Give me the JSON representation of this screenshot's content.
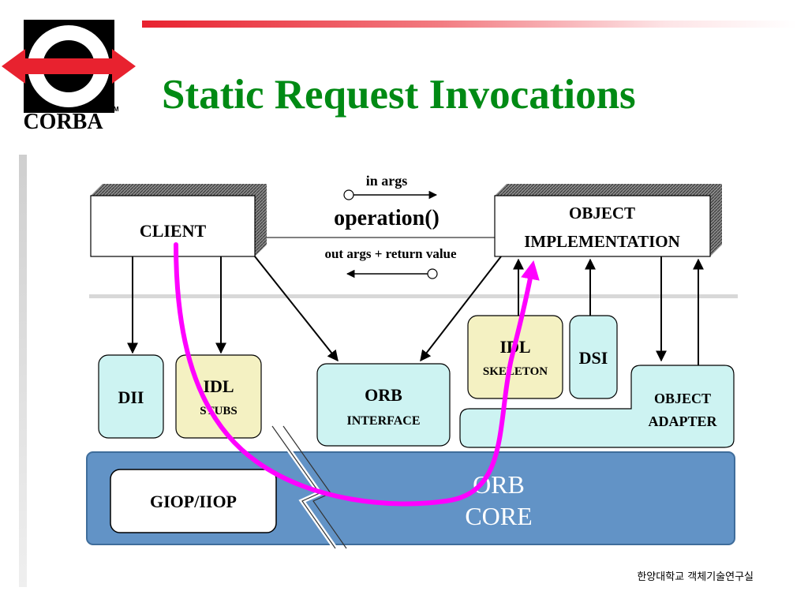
{
  "logo": {
    "text": "CORBA",
    "tm": "TM"
  },
  "title": "Static Request Invocations",
  "diagram": {
    "client": "CLIENT",
    "object_impl_line1": "OBJECT",
    "object_impl_line2": "IMPLEMENTATION",
    "in_args": "in  args",
    "operation": "operation()",
    "out_args": "out  args + return  value",
    "dii": "DII",
    "idl_stubs_line1": "IDL",
    "idl_stubs_line2": "STUBS",
    "orb_interface_line1": "ORB",
    "orb_interface_line2": "INTERFACE",
    "idl_skeleton_line1": "IDL",
    "idl_skeleton_line2": "SKELETON",
    "dsi": "DSI",
    "object_adapter_line1": "OBJECT",
    "object_adapter_line2": "ADAPTER",
    "giop": "GIOP/IIOP",
    "orb_core_line1": "ORB",
    "orb_core_line2": "CORE"
  },
  "footer": "한양대학교 객체기술연구실",
  "colors": {
    "title": "#008a14",
    "path": "#ff00ff",
    "core": "#6293c6",
    "cyan_box": "#cdf3f2",
    "yellow_box": "#f4f1c2"
  }
}
